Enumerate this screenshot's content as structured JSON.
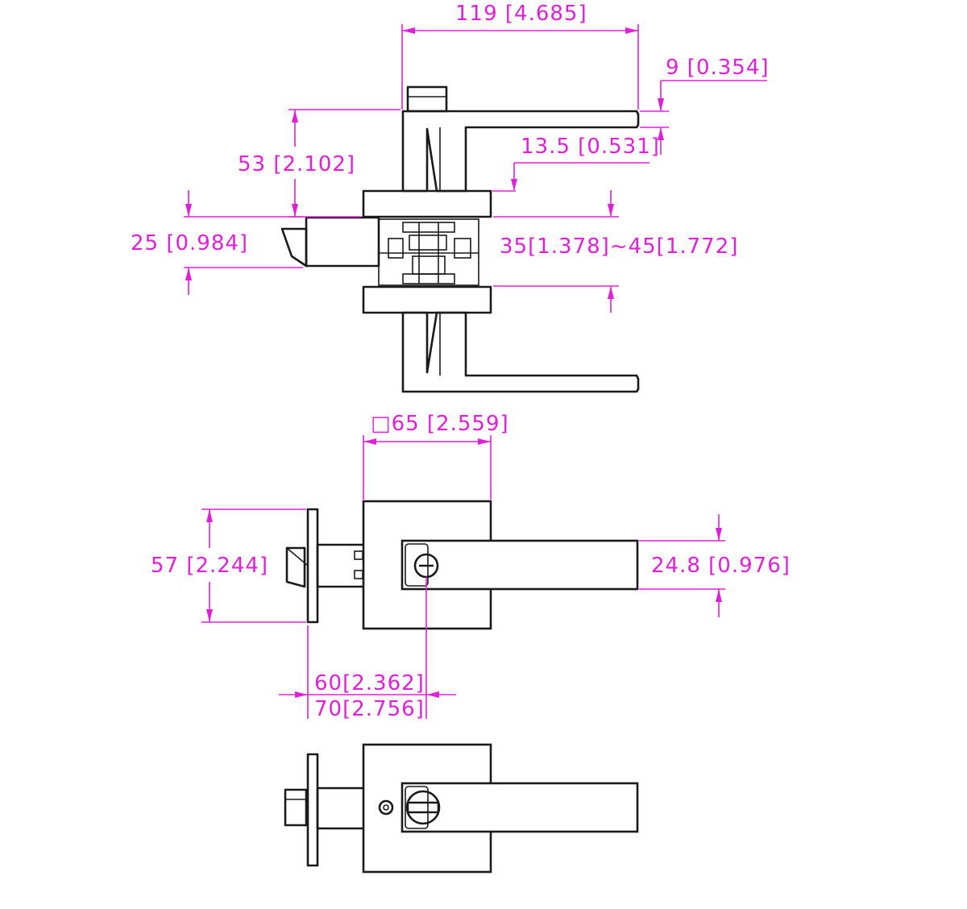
{
  "colors": {
    "outline": "#1a1a1a",
    "dimension": "#e020d8",
    "background": "#ffffff"
  },
  "dimensions": {
    "lever_length": "119 [4.685]",
    "lever_thickness": "9 [0.354]",
    "lever_offset": "13.5 [0.531]",
    "lever_height": "53 [2.102]",
    "latch_face": "25 [0.984]",
    "door_thickness": "35[1.378]~45[1.772]",
    "rose_square": "□65 [2.559]",
    "faceplate_height": "57 [2.244]",
    "lever_width": "24.8 [0.976]",
    "backset_60": "60[2.362]",
    "backset_70": "70[2.756]"
  }
}
